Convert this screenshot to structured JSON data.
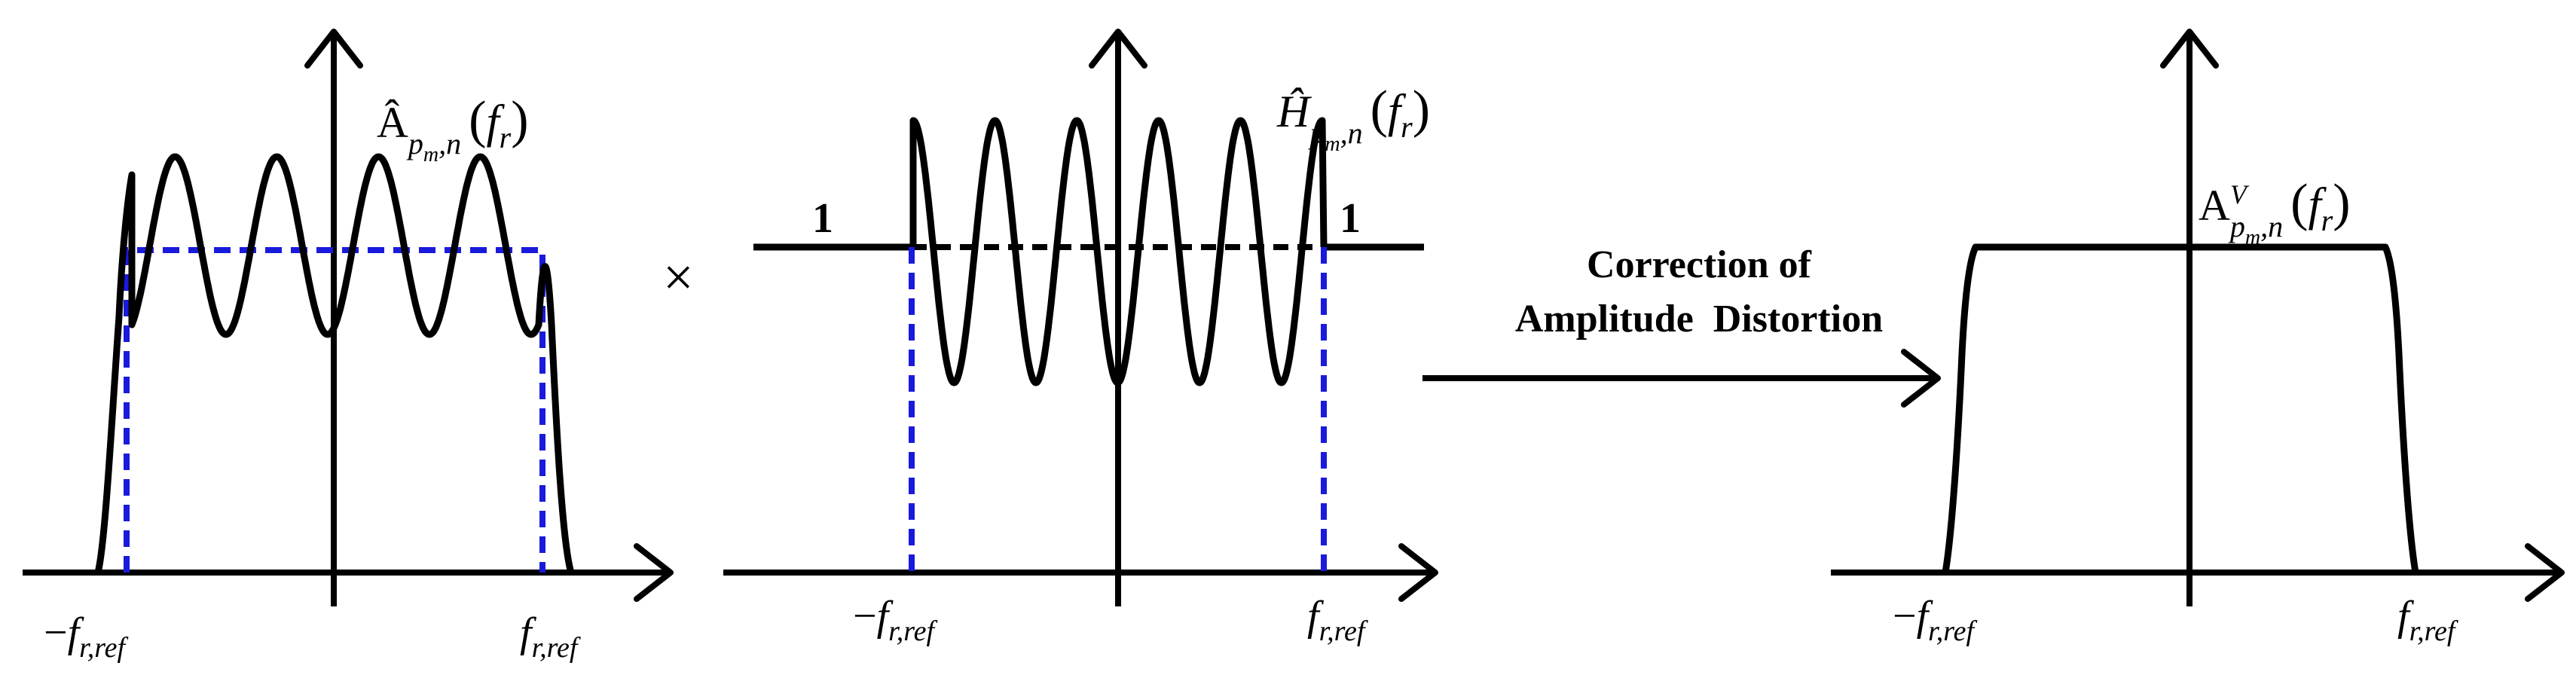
{
  "colors": {
    "curve": "#000000",
    "dashed_blue": "#1a1adc",
    "dashed_black": "#000000",
    "background": "#ffffff"
  },
  "panel1": {
    "label": {
      "main": "Â",
      "sub": "p",
      "subsub": "m",
      "sub2": ",n",
      "arg_open": "(",
      "arg": "f",
      "arg_sub": "r",
      "arg_close": ")"
    },
    "tick_left": {
      "sign": "−",
      "f": "f",
      "sub": "r,ref"
    },
    "tick_right": {
      "f": "f",
      "sub": "r,ref"
    }
  },
  "operator": {
    "times": "×"
  },
  "panel2": {
    "label": {
      "main": "Ĥ",
      "sub": "p",
      "subsub": "m",
      "sub2": ",n",
      "arg_open": "(",
      "arg": "f",
      "arg_sub": "r",
      "arg_close": ")"
    },
    "level_left": "1",
    "level_right": "1",
    "tick_left": {
      "sign": "−",
      "f": "f",
      "sub": "r,ref"
    },
    "tick_right": {
      "f": "f",
      "sub": "r,ref"
    }
  },
  "arrow_text": {
    "line1": "Correction of",
    "line2": "Amplitude  Distortion"
  },
  "panel3": {
    "label": {
      "main": "A",
      "sup": "V",
      "sub": "p",
      "subsub": "m",
      "sub2": ",n",
      "arg_open": "(",
      "arg": "f",
      "arg_sub": "r",
      "arg_close": ")"
    },
    "tick_left": {
      "sign": "−",
      "f": "f",
      "sub": "r,ref"
    },
    "tick_right": {
      "f": "f",
      "sub": "r,ref"
    }
  }
}
